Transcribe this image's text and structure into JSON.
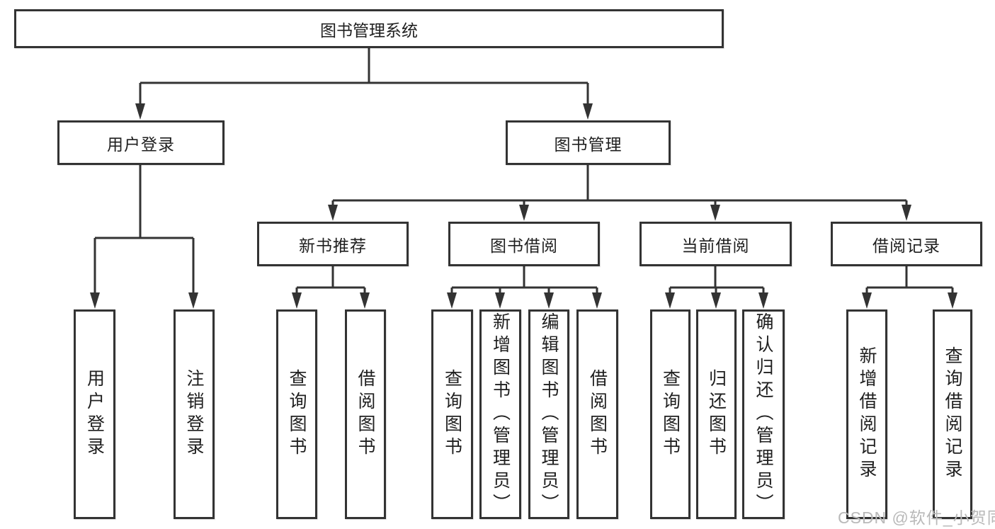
{
  "diagram": {
    "root": {
      "label": "图书管理系统"
    },
    "level2": [
      {
        "label": "用户登录"
      },
      {
        "label": "图书管理"
      }
    ],
    "level3": [
      {
        "label": "新书推荐",
        "parent": "图书管理"
      },
      {
        "label": "图书借阅",
        "parent": "图书管理"
      },
      {
        "label": "当前借阅",
        "parent": "图书管理"
      },
      {
        "label": "借阅记录",
        "parent": "图书管理"
      }
    ],
    "leaves": [
      {
        "label": "用户登录",
        "parent": "用户登录"
      },
      {
        "label": "注销登录",
        "parent": "用户登录"
      },
      {
        "label": "查询图书",
        "parent": "新书推荐"
      },
      {
        "label": "借阅图书",
        "parent": "新书推荐"
      },
      {
        "label": "查询图书",
        "parent": "图书借阅"
      },
      {
        "label": "新增图书（管理员）",
        "parent": "图书借阅"
      },
      {
        "label": "编辑图书（管理员）",
        "parent": "图书借阅"
      },
      {
        "label": "借阅图书",
        "parent": "图书借阅"
      },
      {
        "label": "查询图书",
        "parent": "当前借阅"
      },
      {
        "label": "归还图书",
        "parent": "当前借阅"
      },
      {
        "label": "确认归还（管理员）",
        "parent": "当前借阅"
      },
      {
        "label": "新增借阅记录",
        "parent": "借阅记录"
      },
      {
        "label": "查询借阅记录",
        "parent": "借阅记录"
      }
    ]
  },
  "watermark": "CSDN @软件_小贺同学",
  "colors": {
    "line": "#333333",
    "text": "#1f1f1f",
    "watermark": "#b9b9b9",
    "background": "#ffffff"
  }
}
